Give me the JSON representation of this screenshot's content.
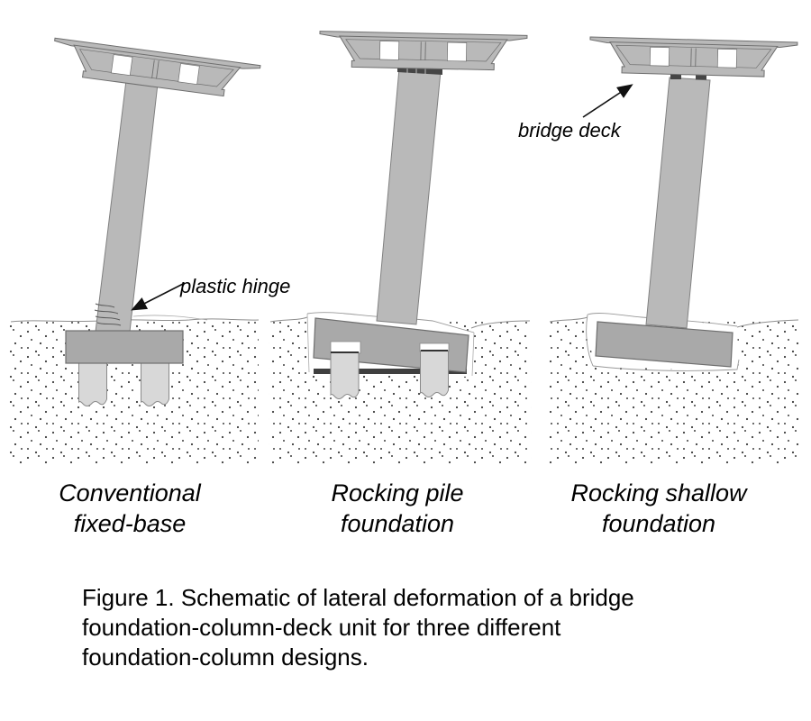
{
  "figure": {
    "type": "schematic-diagram",
    "annotations": {
      "plastic_hinge": "plastic hinge",
      "bridge_deck": "bridge deck"
    },
    "panels": [
      {
        "id": "conventional-fixed-base",
        "label_line1": "Conventional",
        "label_line2": "fixed-base"
      },
      {
        "id": "rocking-pile-foundation",
        "label_line1": "Rocking pile",
        "label_line2": "foundation"
      },
      {
        "id": "rocking-shallow-foundation",
        "label_line1": "Rocking shallow",
        "label_line2": "foundation"
      }
    ],
    "caption": {
      "line1": "Figure 1. Schematic of lateral deformation of a bridge",
      "line2": "foundation-column-deck unit for three different",
      "line3": "foundation-column designs."
    },
    "colors": {
      "concrete_gray": "#b9b9b9",
      "footing_gray": "#a9a9a9",
      "pile_gray": "#d8d8d8",
      "outline_gray": "#6f6f6f",
      "base_bar_dark": "#3f3f3f",
      "soil_dot": "#3c3c3c",
      "background": "#ffffff"
    }
  }
}
